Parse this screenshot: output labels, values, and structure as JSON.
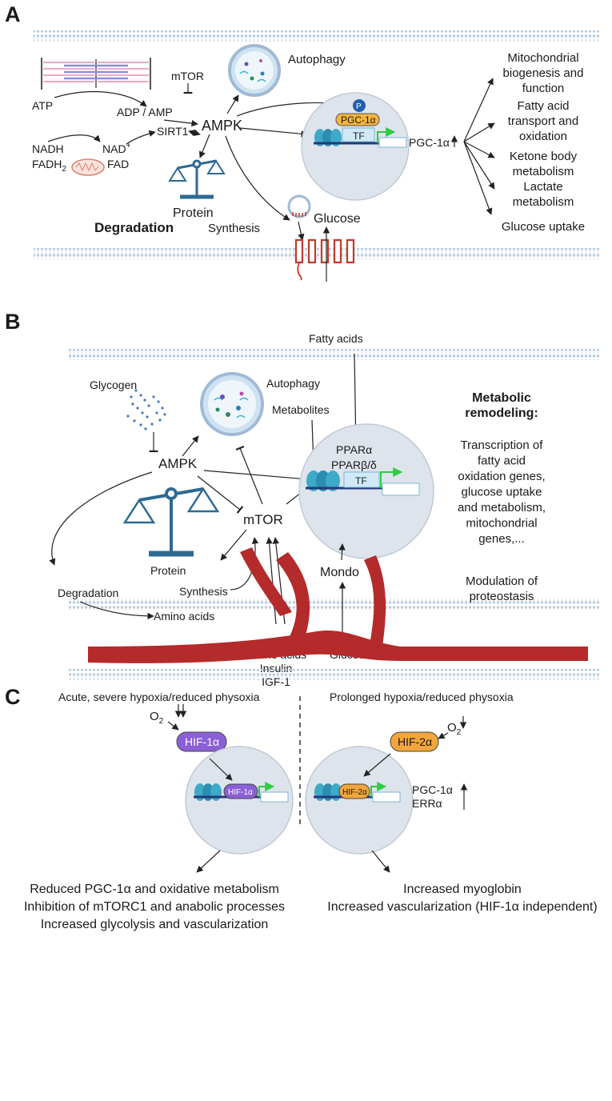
{
  "panel_a": {
    "letter": "A",
    "labels": {
      "atp": "ATP",
      "adp_amp": "ADP / AMP",
      "mtor": "mTOR",
      "autophagy": "Autophagy",
      "ampk": "AMPK",
      "sirt1": "SIRT1",
      "nadh": "NADH",
      "fadh2": "FADH",
      "fadh2_sub": "2",
      "nad": "NAD",
      "nad_sup": "+",
      "fad": "FAD",
      "protein": "Protein",
      "degradation": "Degradation",
      "synthesis": "Synthesis",
      "glucose": "Glucose",
      "pgc1a_pill": "PGC-1α",
      "tf": "TF",
      "pgc1a_up": "PGC-1α",
      "phospho": "P"
    },
    "outcomes": [
      [
        "Mitochondrial",
        "biogenesis and",
        "function"
      ],
      [
        "Fatty acid",
        "transport and",
        "oxidation"
      ],
      [
        "Ketone body",
        "metabolism"
      ],
      [
        "Lactate",
        "metabolism"
      ],
      [
        "Glucose uptake"
      ]
    ]
  },
  "panel_b": {
    "letter": "B",
    "labels": {
      "fatty_acids": "Fatty acids",
      "glycogen": "Glycogen",
      "autophagy": "Autophagy",
      "metabolites": "Metabolites",
      "ppara": "PPARα",
      "pparbd": "PPARβ/δ",
      "tf": "TF",
      "ampk": "AMPK",
      "mtor": "mTOR",
      "protein": "Protein",
      "degradation": "Degradation",
      "synthesis": "Synthesis",
      "amino_acids": "Amino acids",
      "mondo": "Mondo",
      "glucose": "Glucose"
    },
    "inputs": [
      "Amino acids",
      "Insulin",
      "IGF-1"
    ],
    "remodeling_title": [
      "Metabolic",
      "remodeling:"
    ],
    "remodeling_text": [
      "Transcription of",
      "fatty acid",
      "oxidation genes,",
      "glucose uptake",
      "and metabolism,",
      "mitochondrial",
      "genes,..."
    ],
    "proteostasis": [
      "Modulation of",
      "proteostasis"
    ]
  },
  "panel_c": {
    "letter": "C",
    "left_heading": "Acute, severe hypoxia/reduced physoxia",
    "right_heading": "Prolonged hypoxia/reduced physoxia",
    "o2": "O",
    "o2_sub": "2",
    "hif1a": "HIF-1α",
    "hif2a": "HIF-2α",
    "targets": [
      "PGC-1α",
      "ERRα"
    ],
    "left_outcomes": [
      "Reduced PGC-1α and oxidative metabolism",
      "Inhibition of mTORC1 and anabolic processes",
      "Increased glycolysis and vascularization"
    ],
    "right_outcomes": [
      "Increased myoglobin",
      "Increased vascularization (HIF-1α independent)"
    ]
  },
  "colors": {
    "membrane": "#b9cde0",
    "nucleus": "#dde4ec",
    "dna": "#3fa9c9",
    "tf_box": "#cfeaf6",
    "pgc_pill": "#f3b53c",
    "hif1": "#8b5fd6",
    "hif2": "#f2a53a",
    "vessel": "#b52a2a",
    "scale": "#2e6a93",
    "gpcr": "#c0392b",
    "green_arrow": "#2ecc40"
  }
}
